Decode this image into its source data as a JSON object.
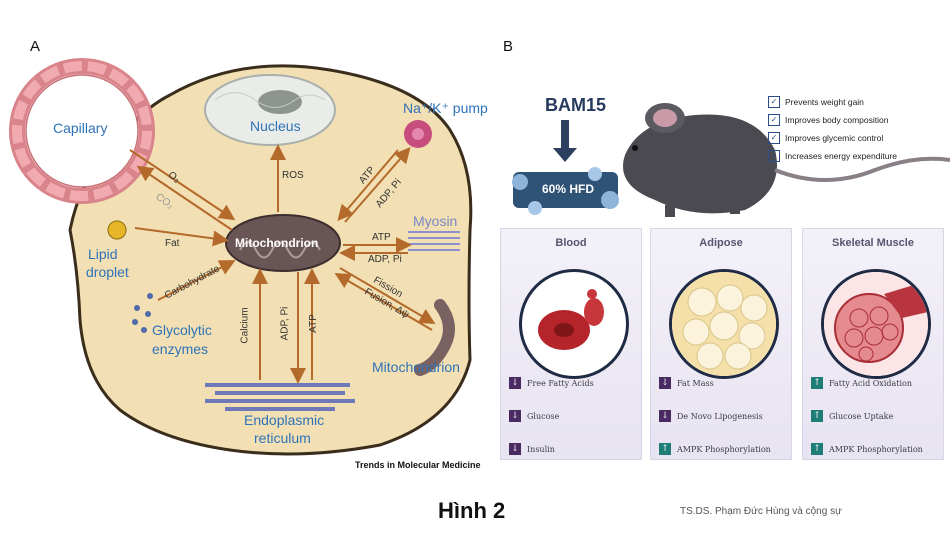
{
  "panelA": {
    "letter": "A",
    "capillary": "Capillary",
    "nucleus": "Nucleus",
    "pump": "Na⁺/K⁺ pump",
    "lipid_droplet_1": "Lipid",
    "lipid_droplet_2": "droplet",
    "glycolytic_1": "Glycolytic",
    "glycolytic_2": "enzymes",
    "mitochondrion_center": "Mitochondrion",
    "myosin": "Myosin",
    "mitochondrion_right": "Mitochondrion",
    "er_1": "Endoplasmic",
    "er_2": "reticulum",
    "o2": "O₂",
    "co2": "CO₂",
    "fat": "Fat",
    "carbohydrate": "Carbohydrate",
    "ros": "ROS",
    "atp_pump": "ATP",
    "adp_pi_pump": "ADP, Pi",
    "atp_myosin": "ATP",
    "adp_pi_myosin": "ADP, Pi",
    "fission": "Fission",
    "fusion": "Fusion, Δψ",
    "calcium": "Calcium",
    "adp_pi_er": "ADP, Pi",
    "atp_er": "ATP",
    "source": "Trends in Molecular Medicine"
  },
  "panelB": {
    "letter": "B",
    "drug": "BAM15",
    "diet": "60% HFD",
    "benefits": [
      "Prevents weight gain",
      "Improves body composition",
      "Improves glycemic control",
      "Increases energy expenditure"
    ],
    "cards": [
      {
        "title": "Blood",
        "rows": [
          {
            "dir": "down",
            "text": "Free Fatty Acids"
          },
          {
            "dir": "down",
            "text": "Glucose"
          },
          {
            "dir": "down",
            "text": "Insulin"
          }
        ]
      },
      {
        "title": "Adipose",
        "rows": [
          {
            "dir": "down",
            "text": "Fat Mass"
          },
          {
            "dir": "down",
            "text": "De Novo Lipogenesis"
          },
          {
            "dir": "up",
            "text": "AMPK Phosphorylation"
          }
        ]
      },
      {
        "title": "Skeletal Muscle",
        "rows": [
          {
            "dir": "up",
            "text": "Fatty Acid Oxidation"
          },
          {
            "dir": "up",
            "text": "Glucose Uptake"
          },
          {
            "dir": "up",
            "text": "AMPK Phosphorylation"
          }
        ]
      }
    ]
  },
  "footer": {
    "figure_title": "Hình 2",
    "credit": "TS.DS. Phạm Đức Hùng và cộng sự"
  }
}
